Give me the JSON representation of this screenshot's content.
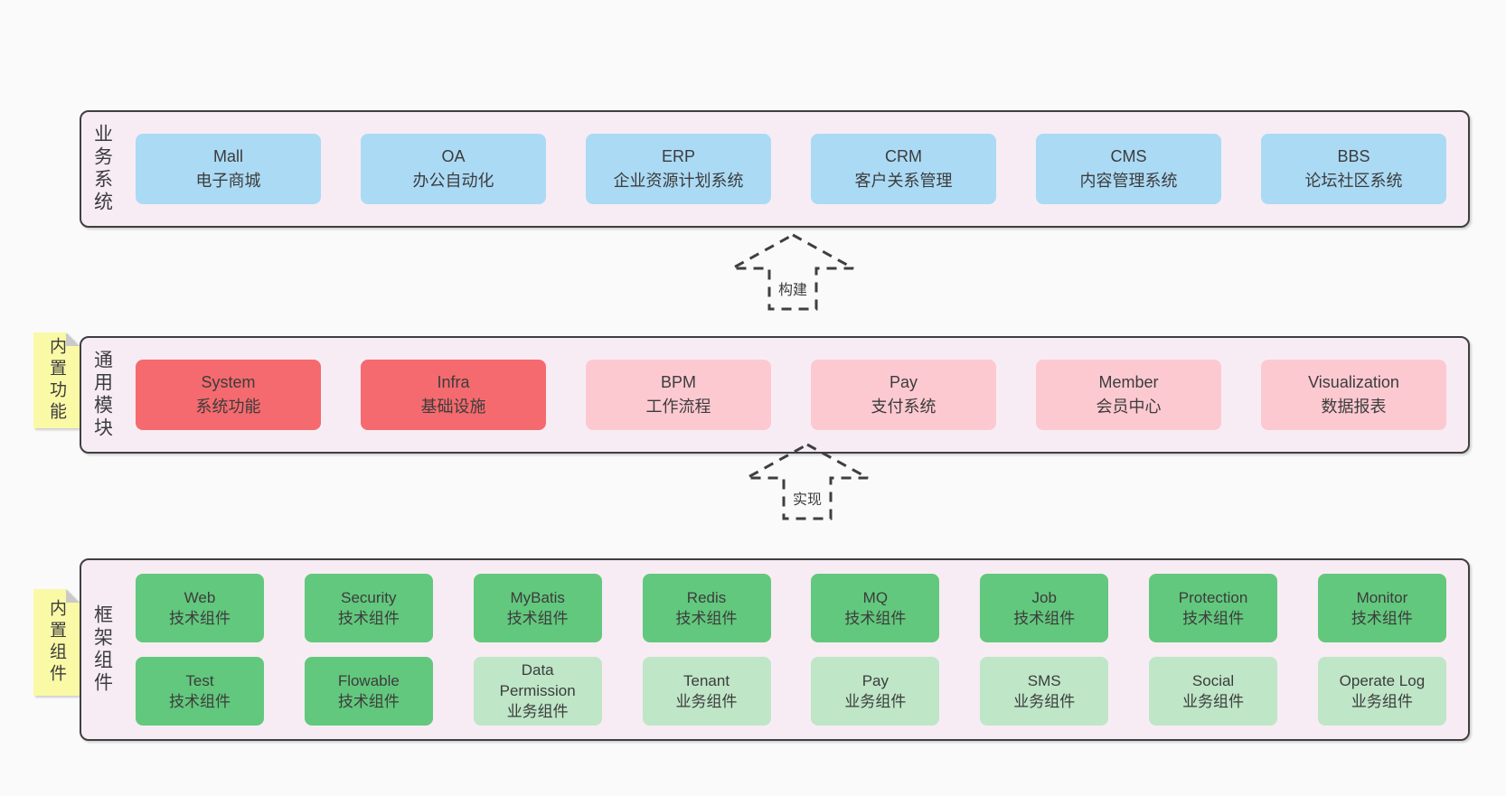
{
  "colors": {
    "page_bg": "#fafafa",
    "band_bg": "#f7ecf4",
    "band_border": "#3f3f3f",
    "blue": "#abdaf5",
    "red": "#f56a6e",
    "pink": "#fcc9d1",
    "green": "#62c87d",
    "green_light": "#bee6c7",
    "yellow": "#faf9a6",
    "fold_gray": "#c9c9c9",
    "text": "#3c3c3c",
    "arrow": "#3f3f3f"
  },
  "arrows": [
    {
      "label": "构建"
    },
    {
      "label": "实现"
    }
  ],
  "bands": [
    {
      "label": "业务系统",
      "boxes": [
        {
          "title": "Mall",
          "subtitle": "电子商城",
          "type": "blue"
        },
        {
          "title": "OA",
          "subtitle": "办公自动化",
          "type": "blue"
        },
        {
          "title": "ERP",
          "subtitle": "企业资源计划系统",
          "type": "blue"
        },
        {
          "title": "CRM",
          "subtitle": "客户关系管理",
          "type": "blue"
        },
        {
          "title": "CMS",
          "subtitle": "内容管理系统",
          "type": "blue"
        },
        {
          "title": "BBS",
          "subtitle": "论坛社区系统",
          "type": "blue"
        }
      ]
    },
    {
      "label": "通用模块",
      "sticky": "内置功能",
      "boxes": [
        {
          "title": "System",
          "subtitle": "系统功能",
          "type": "red"
        },
        {
          "title": "Infra",
          "subtitle": "基础设施",
          "type": "red"
        },
        {
          "title": "BPM",
          "subtitle": "工作流程",
          "type": "pink"
        },
        {
          "title": "Pay",
          "subtitle": "支付系统",
          "type": "pink"
        },
        {
          "title": "Member",
          "subtitle": "会员中心",
          "type": "pink"
        },
        {
          "title": "Visualization",
          "subtitle": "数据报表",
          "type": "pink"
        }
      ]
    },
    {
      "label": "框架组件",
      "sticky": "内置组件",
      "row1": [
        {
          "title": "Web",
          "subtitle": "技术组件",
          "type": "green"
        },
        {
          "title": "Security",
          "subtitle": "技术组件",
          "type": "green"
        },
        {
          "title": "MyBatis",
          "subtitle": "技术组件",
          "type": "green"
        },
        {
          "title": "Redis",
          "subtitle": "技术组件",
          "type": "green"
        },
        {
          "title": "MQ",
          "subtitle": "技术组件",
          "type": "green"
        },
        {
          "title": "Job",
          "subtitle": "技术组件",
          "type": "green"
        },
        {
          "title": "Protection",
          "subtitle": "技术组件",
          "type": "green"
        },
        {
          "title": "Monitor",
          "subtitle": "技术组件",
          "type": "green"
        }
      ],
      "row2": [
        {
          "title": "Test",
          "subtitle": "技术组件",
          "type": "green"
        },
        {
          "title": "Flowable",
          "subtitle": "技术组件",
          "type": "green"
        },
        {
          "title": "Data\nPermission",
          "subtitle": "业务组件",
          "type": "green-light"
        },
        {
          "title": "Tenant",
          "subtitle": "业务组件",
          "type": "green-light"
        },
        {
          "title": "Pay",
          "subtitle": "业务组件",
          "type": "green-light"
        },
        {
          "title": "SMS",
          "subtitle": "业务组件",
          "type": "green-light"
        },
        {
          "title": "Social",
          "subtitle": "业务组件",
          "type": "green-light"
        },
        {
          "title": "Operate Log",
          "subtitle": "业务组件",
          "type": "green-light"
        }
      ]
    }
  ]
}
